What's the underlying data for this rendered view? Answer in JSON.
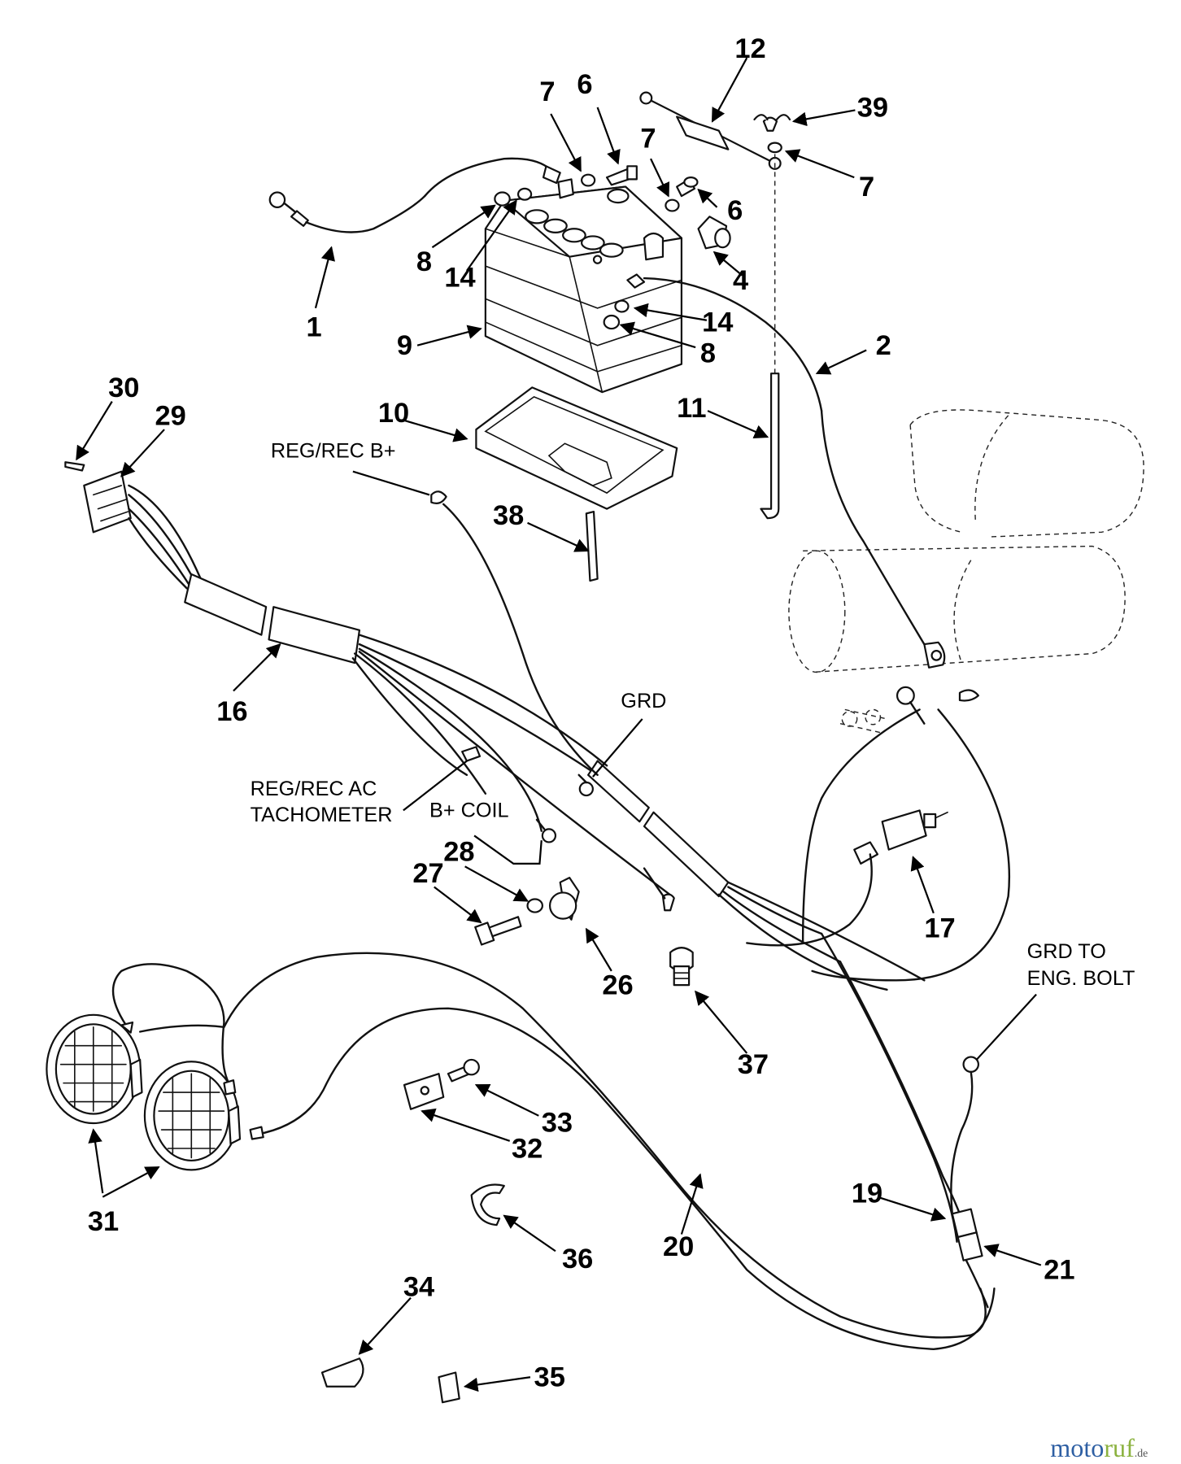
{
  "callouts": {
    "c1": "1",
    "c2": "2",
    "c4": "4",
    "c6a": "6",
    "c6b": "6",
    "c7a": "7",
    "c7b": "7",
    "c7c": "7",
    "c8a": "8",
    "c8b": "8",
    "c9": "9",
    "c10": "10",
    "c11": "11",
    "c12": "12",
    "c14a": "14",
    "c14b": "14",
    "c16": "16",
    "c17": "17",
    "c19": "19",
    "c20": "20",
    "c21": "21",
    "c26": "26",
    "c27": "27",
    "c28": "28",
    "c29": "29",
    "c30": "30",
    "c31": "31",
    "c32": "32",
    "c33": "33",
    "c34": "34",
    "c35": "35",
    "c36": "36",
    "c37": "37",
    "c38": "38",
    "c39": "39"
  },
  "notes": {
    "reg_rec_bplus": "REG/REC B+",
    "grd": "GRD",
    "reg_rec_ac_line1": "REG/REC AC",
    "reg_rec_ac_line2": "TACHOMETER",
    "bplus_coil": "B+ COIL",
    "grd_to_line1": "GRD TO",
    "grd_to_line2": "ENG. BOLT"
  },
  "watermark": {
    "brand_part1": "moto",
    "brand_part2": "ruf",
    "suffix": ".de"
  }
}
